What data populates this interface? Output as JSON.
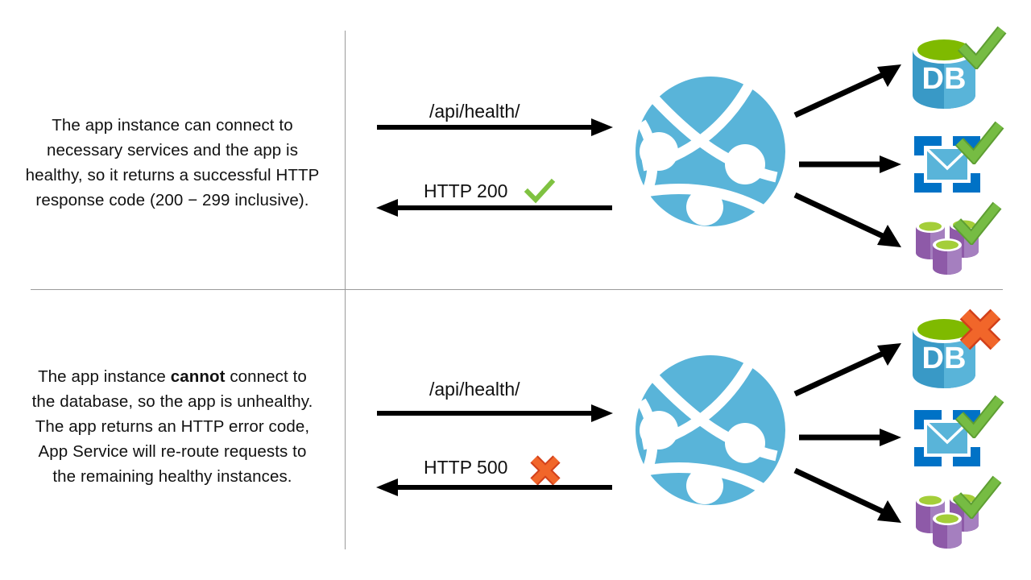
{
  "diagram": {
    "title": "App Service health check request/response flow",
    "type": "two-scenario-sequence-diagram"
  },
  "colors": {
    "globe_blue": "#59B4D9",
    "db_body_dark": "#3999C6",
    "db_body_light": "#59B4D9",
    "db_top_green": "#7FBA00",
    "envelope_frame_blue": "#0072C6",
    "envelope_fill_blue": "#59B4D9",
    "storage_purple": "#8E5AA8",
    "storage_purple_light": "#A57FBF",
    "storage_top_green": "#A4CE39",
    "check_green": "#76BC43",
    "check_green_outline": "#5E9E33",
    "error_orange": "#F1662A",
    "error_orange_outline": "#D2401A",
    "arrow_black": "#000000",
    "divider_gray": "#9A9A9A",
    "text_black": "#111111"
  },
  "scenarios": [
    {
      "id": "healthy",
      "description_html": "The app instance can connect to necessary services and the app is healthy, so it returns a successful HTTP response code (200 &minus; 299 inclusive).",
      "request_label": "/api/health/",
      "response_label": "HTTP 200",
      "response_status": "success",
      "response_status_icon": "check-icon",
      "services": [
        {
          "name": "database",
          "icon": "database-icon",
          "icon_label": "DB",
          "status": "healthy",
          "status_icon": "check-icon"
        },
        {
          "name": "mail-queue",
          "icon": "envelope-icon",
          "icon_label": "",
          "status": "healthy",
          "status_icon": "check-icon"
        },
        {
          "name": "storage",
          "icon": "storage-cylinders-icon",
          "icon_label": "",
          "status": "healthy",
          "status_icon": "check-icon"
        }
      ]
    },
    {
      "id": "unhealthy",
      "description_html": "The app instance <b>cannot</b> connect to the database, so the app is unhealthy. The app returns an HTTP error code, App Service will re-route requests to the remaining healthy instances.",
      "request_label": "/api/health/",
      "response_label": "HTTP 500",
      "response_status": "error",
      "response_status_icon": "cross-icon",
      "services": [
        {
          "name": "database",
          "icon": "database-icon",
          "icon_label": "DB",
          "status": "unhealthy",
          "status_icon": "cross-icon"
        },
        {
          "name": "mail-queue",
          "icon": "envelope-icon",
          "icon_label": "",
          "status": "healthy",
          "status_icon": "check-icon"
        },
        {
          "name": "storage",
          "icon": "storage-cylinders-icon",
          "icon_label": "",
          "status": "healthy",
          "status_icon": "check-icon"
        }
      ]
    }
  ]
}
